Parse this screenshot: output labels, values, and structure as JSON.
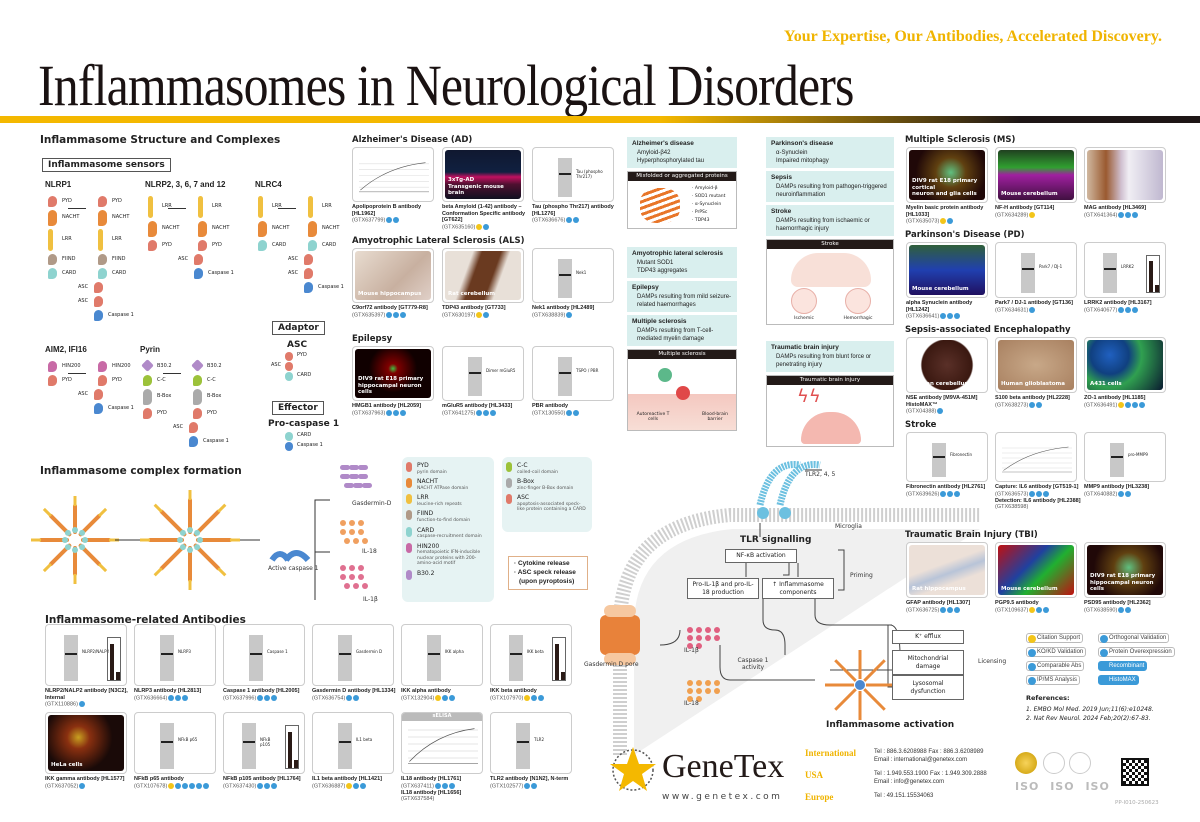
{
  "header": {
    "tagline": "Your Expertise, Our Antibodies, Accelerated Discovery.",
    "title": "Inflammasomes in Neurological Disorders"
  },
  "structure": {
    "title": "Inflammasome Structure and Complexes",
    "sensors_label": "Inflammasome sensors",
    "groups": [
      {
        "name": "NLRP1",
        "before": [
          "PYD",
          "NACHT",
          "LRR",
          "FIIND",
          "CARD"
        ],
        "after": [
          "PYD",
          "NACHT",
          "LRR",
          "FIIND",
          "CARD",
          "ASC",
          "ASC",
          "Caspase 1"
        ]
      },
      {
        "name": "NLRP2, 3, 6, 7 and 12",
        "before": [
          "LRR",
          "NACHT",
          "PYD"
        ],
        "after": [
          "LRR",
          "NACHT",
          "PYD",
          "ASC",
          "Caspase 1"
        ]
      },
      {
        "name": "NLRC4",
        "before": [
          "LRR",
          "NACHT",
          "CARD"
        ],
        "after": [
          "LRR",
          "NACHT",
          "CARD",
          "ASC",
          "ASC",
          "Caspase 1"
        ]
      },
      {
        "name": "AIM2, IFI16",
        "before": [
          "HIN200",
          "PYD"
        ],
        "after": [
          "HIN200",
          "PYD",
          "ASC",
          "Caspase 1"
        ]
      },
      {
        "name": "Pyrin",
        "before": [
          "B30.2",
          "C-C",
          "B-Box",
          "PYD"
        ],
        "after": [
          "B30.2",
          "C-C",
          "B-Box",
          "PYD",
          "ASC",
          "Caspase 1"
        ]
      }
    ],
    "adaptor": {
      "label": "Adaptor",
      "name": "ASC",
      "parts": [
        "PYD",
        "ASC",
        "CARD"
      ]
    },
    "effector": {
      "label": "Effector",
      "name": "Pro-caspase 1",
      "parts": [
        "CARD",
        "Caspase 1"
      ]
    }
  },
  "complex": {
    "title": "Inflammasome complex formation",
    "active": "Active caspase 1",
    "products": [
      "Gasdermin-D",
      "IL-18",
      "IL-1β"
    ],
    "legend": [
      {
        "name": "PYD",
        "desc": "pyrin domain",
        "color": "#e07a6a"
      },
      {
        "name": "NACHT",
        "desc": "NACHT ATPase domain",
        "color": "#e88a3a"
      },
      {
        "name": "LRR",
        "desc": "leucine-rich repeats",
        "color": "#f0c040"
      },
      {
        "name": "FIIND",
        "desc": "function-to-find domain",
        "color": "#b09a88"
      },
      {
        "name": "CARD",
        "desc": "caspase-recruitment domain",
        "color": "#8ed3cf"
      },
      {
        "name": "HIN200",
        "desc": "hematopoietic IFN-inducible nuclear proteins with 200-amino-acid motif",
        "color": "#c86aa6"
      },
      {
        "name": "B30.2",
        "desc": "",
        "color": "#b08ac8"
      }
    ],
    "legend2": [
      {
        "name": "C-C",
        "desc": "coiled-coil domain",
        "color": "#9cc23a"
      },
      {
        "name": "B-Box",
        "desc": "zinc-finger B-Box domain",
        "color": "#aaaaaa"
      },
      {
        "name": "ASC",
        "desc": "apoptosis-associated speck-like protein containing a CARD",
        "color": "#e07a6a"
      }
    ],
    "release": [
      "· Cytokine release",
      "· ASC speck release",
      "(upon pyroptosis)"
    ]
  },
  "antibodies": {
    "title": "Inflammasome-related Antibodies",
    "cards": [
      {
        "name": "NLRP2/NALP2 antibody [N3C2], Internal",
        "cat": "(GTX110886)",
        "img": "wbbar",
        "band": "NLRP2/NALP2",
        "b": 1
      },
      {
        "name": "NLRP3 antibody [HL2813]",
        "cat": "(GTX636664)",
        "img": "wb",
        "band": "NLRP3",
        "b": 3
      },
      {
        "name": "Caspase 1 antibody [HL2005]",
        "cat": "(GTX637996)",
        "img": "wb2",
        "band": "Caspase 1",
        "b": 3
      },
      {
        "name": "Gasdermin D antibody [HL1334]",
        "cat": "(GTX636754)",
        "img": "wb",
        "band": "Gasdermin D",
        "b": 2
      },
      {
        "name": "IKK alpha antibody",
        "cat": "(GTX132904)",
        "img": "wb",
        "band": "IKK alpha",
        "b": 2,
        "y": 1
      },
      {
        "name": "IKK beta antibody",
        "cat": "(GTX107970)",
        "img": "wbbar",
        "band": "IKK beta",
        "b": 2,
        "y": 1
      },
      {
        "name": "IKK gamma antibody [HL1577]",
        "cat": "(GTX637052)",
        "img": "if_hela",
        "label": "HeLa cells",
        "b": 1
      },
      {
        "name": "NFkB p65 antibody",
        "cat": "(GTX107678)",
        "img": "wb",
        "band": "NFkB p65",
        "b": 5,
        "y": 1
      },
      {
        "name": "NFkB p105 antibody [HL1764]",
        "cat": "(GTX637430)",
        "img": "wbbar",
        "band": "NFkB p105",
        "b": 3
      },
      {
        "name": "IL1 beta antibody [HL1421]",
        "cat": "(GTX636887)",
        "img": "wb",
        "band": "IL1 beta",
        "b": 2,
        "y": 1
      },
      {
        "name": "IL18 antibody [HL1761]",
        "cat": "(GTX637411)",
        "name2": "IL18 antibody [HL1656]",
        "cat2": "(GTX637584)",
        "img": "elisa",
        "label": "sELISA",
        "b": 3
      },
      {
        "name": "TLR2 antibody [N1N2], N-term",
        "cat": "(GTX102577)",
        "img": "wb",
        "band": "TLR2",
        "b": 2
      }
    ]
  },
  "diseases": [
    {
      "title": "Alzheimer's Disease (AD)",
      "cards": [
        {
          "name": "Apolipoprotein B antibody [HL1962]",
          "cat": "(GTX637799)",
          "img": "curve",
          "b": 2
        },
        {
          "name": "beta Amyloid (1-42) antibody – Conformation Specific antibody [GT622]",
          "cat": "(GTX635160)",
          "img": "if_mouse",
          "label": "3xTg-AD\nTransgenic mouse brain",
          "b": 1,
          "y": 1
        },
        {
          "name": "Tau (phospho Thr217) antibody [HL1276]",
          "cat": "(GTX636676)",
          "img": "wb",
          "band": "Tau (phospho Thr217)",
          "b": 2
        }
      ]
    },
    {
      "title": "Amyotrophic Lateral Sclerosis (ALS)",
      "cards": [
        {
          "name": "C9orf72 antibody [GT779-R8]",
          "cat": "(GTX635397)",
          "img": "ihc_light",
          "label": "Mouse hippocampus",
          "b": 3
        },
        {
          "name": "TDP43 antibody [GT733]",
          "cat": "(GTX630197)",
          "img": "ihc_dark",
          "label": "Rat cerebellum",
          "b": 1,
          "y": 1
        },
        {
          "name": "Nek1 antibody [HL2489]",
          "cat": "(GTX638839)",
          "img": "wb",
          "band": "Nek1",
          "b": 1
        }
      ]
    },
    {
      "title": "Epilepsy",
      "cards": [
        {
          "name": "HMGB1 antibody [HL2059]",
          "cat": "(GTX637963)",
          "img": "if_neuron",
          "label": "DIV9 rat E18 primary\nhippocampal neuron cells",
          "b": 3
        },
        {
          "name": "mGluR5 antibody [HL3433]",
          "cat": "(GTX641275)",
          "img": "wb",
          "band": "Dimer mGluR5",
          "b": 3
        },
        {
          "name": "PBR antibody",
          "cat": "(GTX130550)",
          "img": "wb",
          "band": "TSPO / PBR",
          "b": 2
        }
      ]
    }
  ],
  "mechanisms": {
    "left": [
      {
        "title": "Alzheimer's disease",
        "items": [
          "Amyloid-β42",
          "Hyperphosphorylated tau"
        ]
      },
      {
        "title": "Amyotrophic lateral sclerosis",
        "items": [
          "Mutant SOD1",
          "TDP43 aggregates"
        ]
      },
      {
        "title": "Epilepsy",
        "items": [
          "DAMPs resulting from mild seizure-related haemorrhages"
        ]
      },
      {
        "title": "Multiple sclerosis",
        "items": [
          "DAMPs resulting from T-cell-mediated myelin damage"
        ]
      }
    ],
    "right": [
      {
        "title": "Parkinson's disease",
        "items": [
          "α-Synuclein",
          "Impaired mitophagy"
        ]
      },
      {
        "title": "Sepsis",
        "items": [
          "DAMPs resulting from pathogen-triggered neuroinflammation"
        ]
      },
      {
        "title": "Stroke",
        "items": [
          "DAMPs resulting from ischaemic or haemorrhagic injury"
        ]
      },
      {
        "title": "Traumatic brain injury",
        "items": [
          "DAMPs resulting from blunt force or penetrating injury"
        ]
      }
    ],
    "misfolded": {
      "title": "Misfolded or aggregated proteins",
      "items": [
        "· Amyloid-β",
        "· SOD1 mutant",
        "· α-Synuclein",
        "· PrPSc",
        "· TDP43"
      ]
    },
    "ms_panel": {
      "title": "Multiple sclerosis",
      "labels": [
        "Autoreactive T cells",
        "Blood-brain barrier"
      ]
    },
    "stroke_panel": {
      "title": "Stroke",
      "labels": [
        "Ischemic",
        "Hemorrhagic"
      ]
    },
    "tbi_panel": {
      "title": "Traumatic brain injury"
    }
  },
  "pathway": {
    "tlr": "TLR2, 4, 5",
    "microglia": "Microglia",
    "tlr_signalling": "TLR signalling",
    "nfkb": "NF-κB activation",
    "pro_il": "Pro-IL-1β and pro-IL-18 production",
    "components": "↑ Inflammasome components",
    "priming": "Priming",
    "il1b": "IL-1β",
    "il18": "IL-18",
    "caspase": "Caspase 1 activity",
    "pore": "Gasdermin D pore",
    "activation": "Inflammasome activation",
    "licensing": "Licensing",
    "triggers": [
      "K⁺ efflux",
      "Mitochondrial damage",
      "Lysosomal dysfunction"
    ]
  },
  "right_sections": [
    {
      "title": "Multiple Sclerosis (MS)",
      "cards": [
        {
          "name": "Myelin basic protein antibody [HL1033]",
          "cat": "(GTX635073)",
          "img": "if_ms",
          "label": "DIV9 rat E18 primary cortical\nneuron and glia cells",
          "b": 1,
          "y": 1
        },
        {
          "name": "NF-H antibody [GT114]",
          "cat": "(GTX634289)",
          "img": "if_cereb",
          "label": "Mouse cerebellum",
          "b": 0,
          "y": 1
        },
        {
          "name": "MAG antibody [HL3469]",
          "cat": "(GTX641364)",
          "img": "ihc_mag",
          "b": 3
        }
      ]
    },
    {
      "title": "Parkinson's Disease (PD)",
      "cards": [
        {
          "name": "alpha Synuclein antibody [HL1242]",
          "cat": "(GTX636641)",
          "img": "if_pd",
          "label": "Mouse cerebellum",
          "b": 3
        },
        {
          "name": "Park7 / DJ-1 antibody [GT136]",
          "cat": "(GTX634631)",
          "img": "wb",
          "band": "Park7 / DJ-1",
          "b": 1
        },
        {
          "name": "LRRK2 antibody [HL3167]",
          "cat": "(GTX640677)",
          "img": "wbbar",
          "band": "LRRK2",
          "b": 3
        }
      ]
    },
    {
      "title": "Sepsis-associated Encephalopathy",
      "cards": [
        {
          "name": "NSE antibody [M9VA-451M] HistoMAX™",
          "cat": "(GTX04388)",
          "img": "tma",
          "label": "Human cerebellum",
          "b": 1
        },
        {
          "name": "S100 beta antibody [HL2228]",
          "cat": "(GTX638273)",
          "img": "ihc_tan",
          "label": "Human glioblastoma",
          "b": 2
        },
        {
          "name": "ZO-1 antibody [HL1185]",
          "cat": "(GTX636491)",
          "img": "if_a431",
          "label": "A431 cells",
          "b": 3,
          "y": 1
        }
      ]
    },
    {
      "title": "Stroke",
      "cards": [
        {
          "name": "Fibronectin antibody [HL2761]",
          "cat": "(GTX639626)",
          "img": "wb",
          "band": "Fibronectin",
          "b": 3
        },
        {
          "name": "Capture: IL6 antibody [GT519-1]",
          "cat": "(GTX636573)",
          "name2": "Detection: IL6 antibody [HL2388]",
          "cat2": "(GTX638598)",
          "img": "curve",
          "b": 3
        },
        {
          "name": "MMP9 antibody [HL3238]",
          "cat": "(GTX640882)",
          "img": "wb",
          "band": "pro-MMP9",
          "b": 2
        }
      ]
    },
    {
      "title": "Traumatic Brain Injury (TBI)",
      "cards": [
        {
          "name": "GFAP antibody [HL1307]",
          "cat": "(GTX636725)",
          "img": "ihc_gfap",
          "label": "Rat hippocampus",
          "b": 3
        },
        {
          "name": "PGP9.5 antibody",
          "cat": "(GTX109637)",
          "img": "if_pgp",
          "label": "Mouse cerebellum",
          "b": 2,
          "y": 1
        },
        {
          "name": "PSD95 antibody [HL2362]",
          "cat": "(GTX638590)",
          "img": "if_ms",
          "label": "DIV9 rat E18 primary\nhippocampal neuron cells",
          "b": 2
        }
      ]
    }
  ],
  "validation_legend": [
    {
      "label": "Citation Support",
      "style": "y"
    },
    {
      "label": "Orthogonal Validation",
      "style": ""
    },
    {
      "label": "KO/KD Validation",
      "style": ""
    },
    {
      "label": "Protein Overexpression",
      "style": ""
    },
    {
      "label": "Comparable Abs",
      "style": ""
    },
    {
      "label": "Recombinant",
      "style": "filled"
    },
    {
      "label": "IP/MS Analysis",
      "style": ""
    },
    {
      "label": "HistoMAX",
      "style": "filled"
    }
  ],
  "references": {
    "title": "References:",
    "items": [
      "1. EMBO Mol Med. 2019 Jun;11(6):e10248.",
      "2. Nat Rev Neurol. 2024 Feb;20(2):67-83."
    ]
  },
  "footer": {
    "brand": "GeneTex",
    "url": "www.genetex.com",
    "contacts": [
      {
        "region": "International",
        "lines": [
          "Tel : 886.3.6208988  Fax : 886.3.6208989",
          "Email : international@genetex.com"
        ]
      },
      {
        "region": "USA",
        "lines": [
          "Tel : 1.949.553.1900  Fax : 1.949.309.2888",
          "Email : info@genetex.com"
        ]
      },
      {
        "region": "Europe",
        "lines": [
          "Tel : 49.151.15534063"
        ]
      }
    ],
    "iso": [
      "ISO",
      "ISO",
      "ISO"
    ],
    "code": "PP-I010-250623"
  },
  "colors": {
    "gold": "#f4b800",
    "teal": "#d9efee",
    "blue": "#3b9ad8",
    "dark": "#231a18"
  }
}
